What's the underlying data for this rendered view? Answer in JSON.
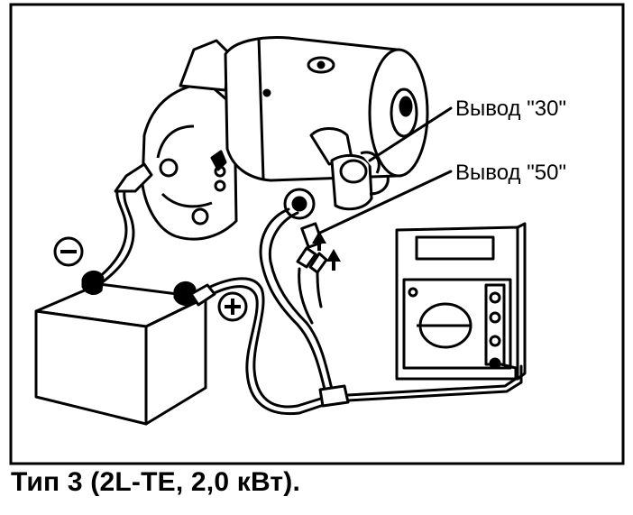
{
  "labels": {
    "terminal_30": "Вывод \"30\"",
    "terminal_50": "Вывод \"50\""
  },
  "caption": "Тип 3 (2L-TE, 2,0 кВт).",
  "polarity": {
    "negative_symbol": "−",
    "positive_symbol": "+"
  },
  "icons": [
    "starter-motor-icon",
    "battery-icon",
    "voltmeter-icon",
    "minus-sign-icon",
    "plus-sign-icon",
    "arrow-icon"
  ],
  "colors": {
    "line": "#000000",
    "background": "#ffffff"
  }
}
